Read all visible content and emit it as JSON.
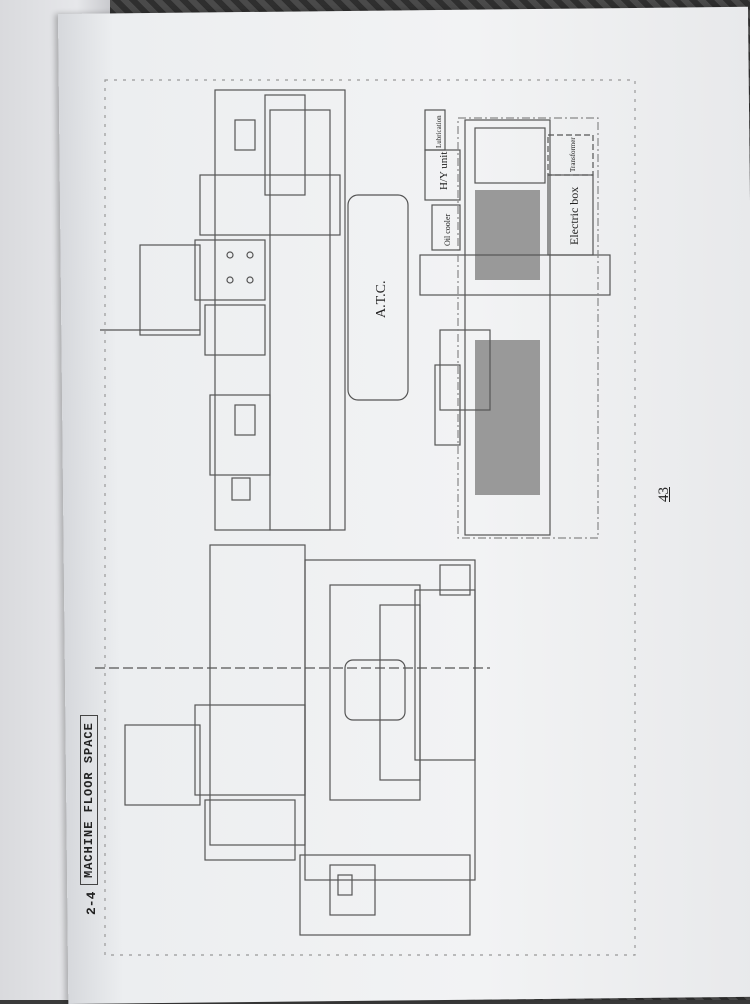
{
  "section": {
    "number": "2-4",
    "title": "MACHINE FLOOR SPACE"
  },
  "page_number": "43",
  "labels": {
    "atc": "A.T.C.",
    "lubrication": "Lubrication",
    "hy_unit": "H/Y unit",
    "oil_cooler": "Oil cooler",
    "electric_box": "Electric box",
    "transformer": "Transformer"
  }
}
